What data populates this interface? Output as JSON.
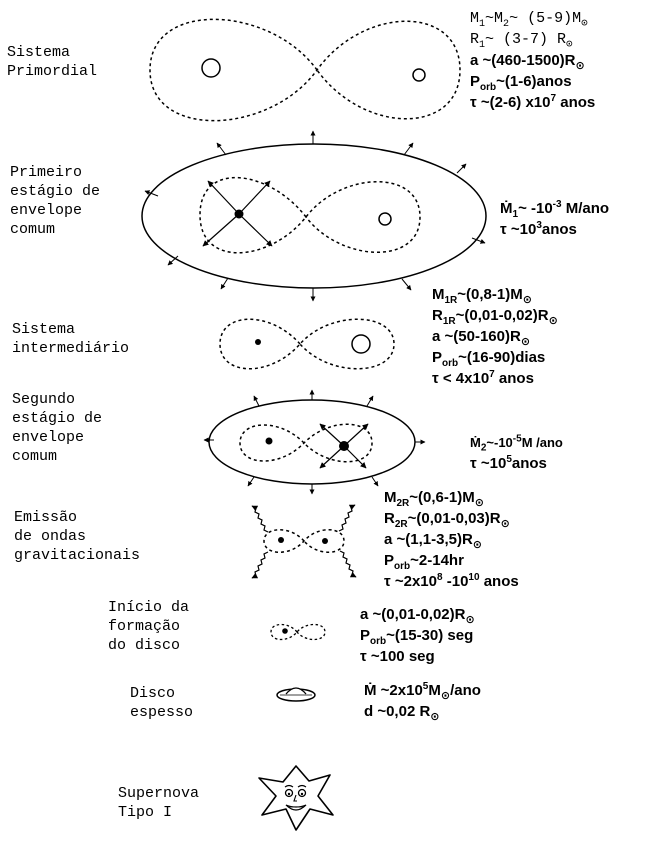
{
  "stages": [
    {
      "label": "Sistema\nPrimordial"
    },
    {
      "label": "Primeiro\nestágio de\nenvelope\ncomum"
    },
    {
      "label": "Sistema\nintermediário"
    },
    {
      "label": "Segundo\nestágio de\nenvelope\ncomum"
    },
    {
      "label": "Emissão\nde ondas\ngravitacionais"
    },
    {
      "label": "Início da\nformação\ndo disco"
    },
    {
      "label": "Disco\nespesso"
    },
    {
      "label": "Supernova\nTipo I"
    }
  ],
  "params": {
    "s1": {
      "l1": [
        "M",
        "1",
        "~M",
        "2",
        "~ (5-9)M",
        "⊙"
      ],
      "l2": [
        "R",
        "1",
        "~ (3-7) R",
        "⊙"
      ],
      "l3": [
        "a ~(460-1500)R",
        "⊙"
      ],
      "l4": [
        "P",
        "orb",
        "~(1-6)anos"
      ],
      "l5": [
        "τ ~(2-6) x10",
        "7",
        " anos"
      ]
    },
    "s2": {
      "l1": [
        "Ṁ",
        "1",
        "~ -10",
        "-3",
        " M/ano"
      ],
      "l2": [
        "τ ~10",
        "3",
        "anos"
      ]
    },
    "s3": {
      "l1": [
        "M",
        "1R",
        "~(0,8-1)M",
        "⊙"
      ],
      "l2": [
        "R",
        "1R",
        "~(0,01-0,02)R",
        "⊙"
      ],
      "l3": [
        "a ~(50-160)R",
        "⊙"
      ],
      "l4": [
        "P",
        "orb",
        "~(16-90)dias"
      ],
      "l5": [
        "τ < 4x10",
        "7",
        " anos"
      ]
    },
    "s4": {
      "l1": [
        "Ṁ",
        "2",
        "~-10",
        "-5",
        "M /ano"
      ],
      "l2": [
        "τ ~10",
        "5",
        "anos"
      ]
    },
    "s5": {
      "l1": [
        "M",
        "2R",
        "~(0,6-1)M",
        "⊙"
      ],
      "l2": [
        "R",
        "2R",
        "~(0,01-0,03)R",
        "⊙"
      ],
      "l3": [
        "a ~(1,1-3,5)R",
        "⊙"
      ],
      "l4": [
        "P",
        "orb",
        "~2-14hr"
      ],
      "l5": [
        "τ ~2x10",
        "8",
        " -10",
        "10",
        " anos"
      ]
    },
    "s6": {
      "l1": [
        "a ~(0,01-0,02)R",
        "⊙"
      ],
      "l2": [
        "P",
        "orb",
        "~(15-30) seg"
      ],
      "l3": [
        "τ ~100 seg"
      ]
    },
    "s7": {
      "l1": [
        "Ṁ ~2x10",
        "5",
        "M",
        "⊙",
        "/ano"
      ],
      "l2": [
        "d ~0,02 R",
        "⊙"
      ]
    }
  }
}
